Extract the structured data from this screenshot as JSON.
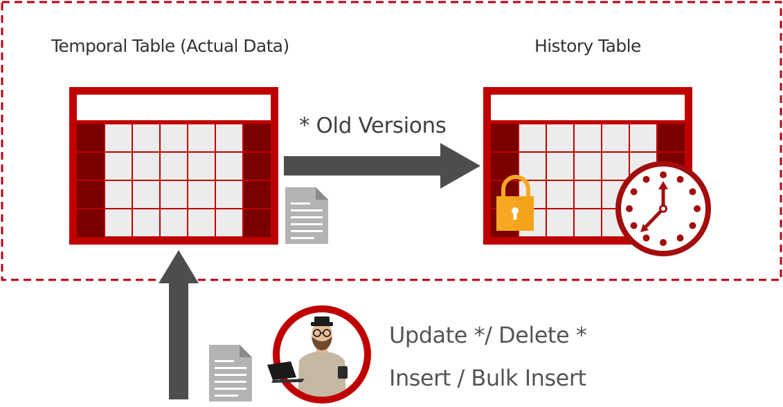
{
  "colors": {
    "red": "#c00000",
    "dark_red": "#7a0000",
    "cell_gray": "#ececec",
    "arrow_gray": "#4d4d4d",
    "doc_gray": "#b3b3b3",
    "lock_orange": "#f7a823",
    "clock_red": "#a30d0d",
    "dash_red": "#b4000f"
  },
  "temporal_table": {
    "label": "Temporal Table (Actual Data)"
  },
  "history_table": {
    "label": "History Table"
  },
  "transfer": {
    "label": "* Old Versions"
  },
  "operations": {
    "line1": "Update */ Delete *",
    "line2": "Insert / Bulk Insert"
  },
  "icons": [
    "document-icon",
    "lock-icon",
    "clock-icon",
    "user-avatar-icon",
    "laptop-icon",
    "mug-icon"
  ]
}
